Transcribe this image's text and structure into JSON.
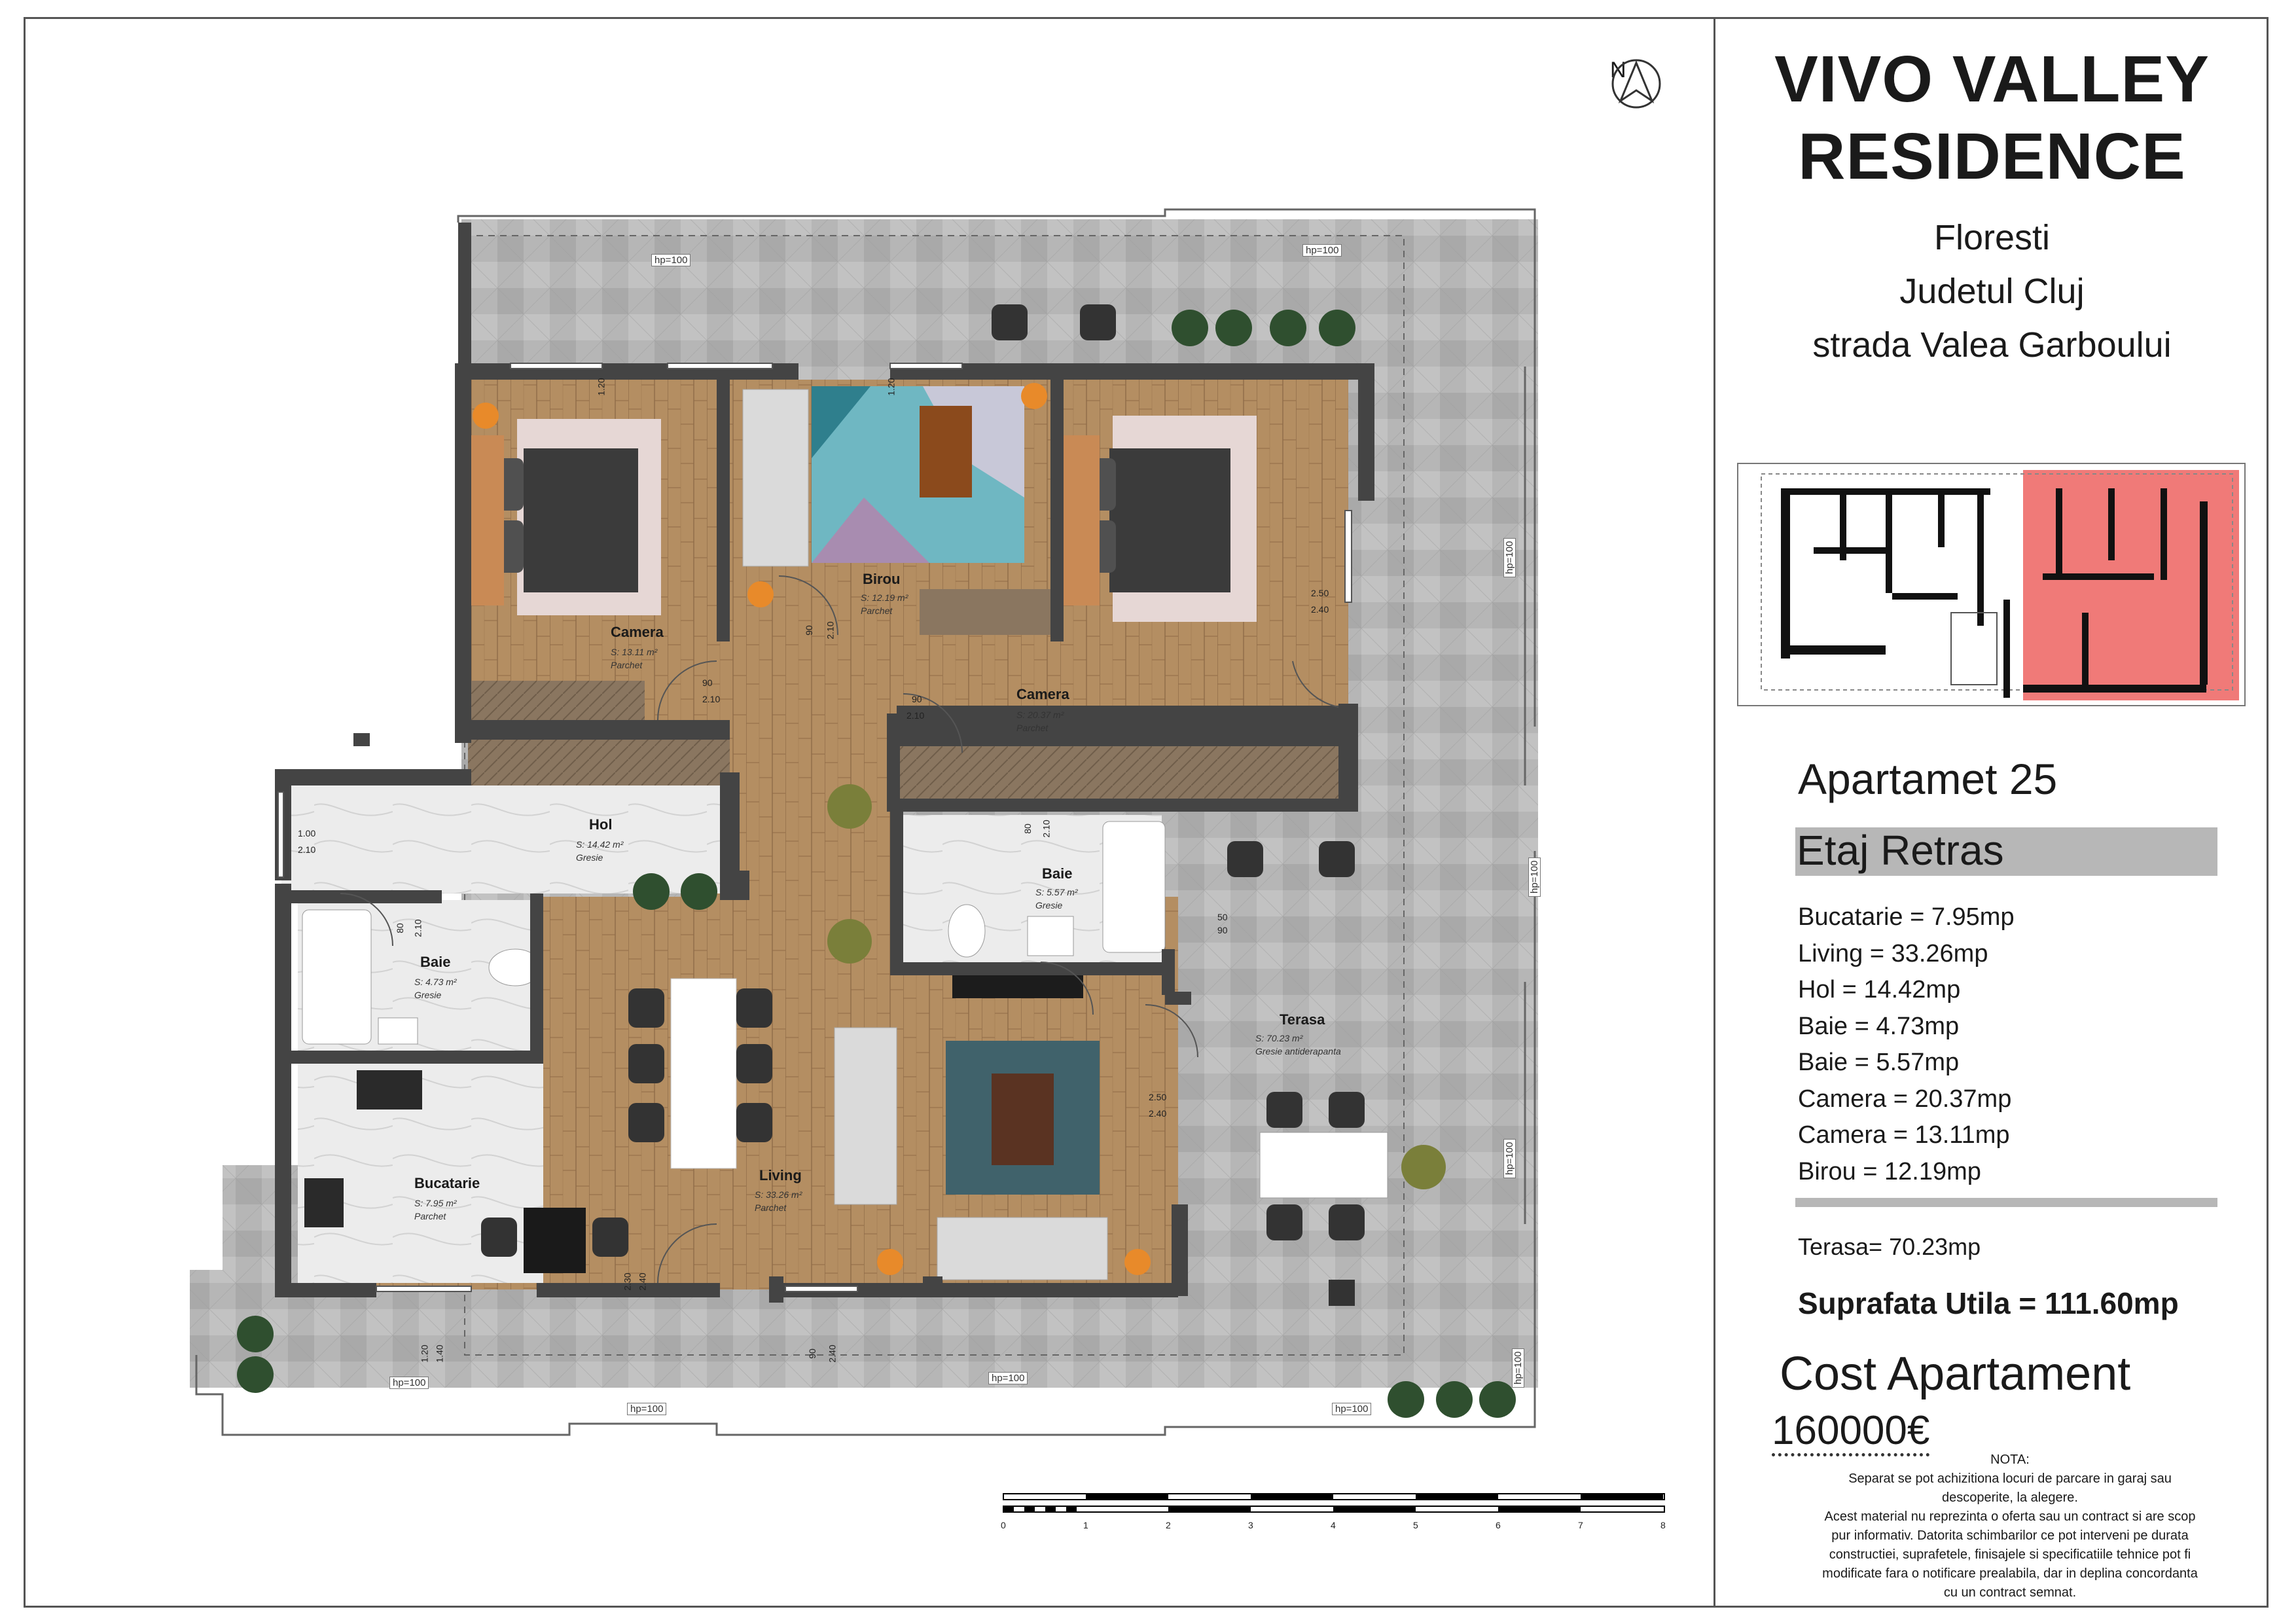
{
  "header": {
    "title_line1": "VIVO VALLEY",
    "title_line2": "RESIDENCE",
    "address_line1": "Floresti",
    "address_line2": "Judetul Cluj",
    "address_line3": "strada Valea Garboului"
  },
  "compass": {
    "label": "N",
    "icon": "north-arrow-icon"
  },
  "apartment": {
    "name": "Apartamet 25",
    "floor": "Etaj Retras",
    "areas": [
      "Bucatarie = 7.95mp",
      "Living = 33.26mp",
      "Hol = 14.42mp",
      "Baie = 4.73mp",
      "Baie = 5.57mp",
      "Camera = 20.37mp",
      "Camera = 13.11mp",
      "Birou = 12.19mp"
    ],
    "terrace": "Terasa= 70.23mp",
    "useful_area": "Suprafata Utila = 111.60mp",
    "cost_label": "Cost Apartament",
    "price": "160000€"
  },
  "note": {
    "title": "NOTA:",
    "line1": "Separat se pot achizitiona locuri de parcare in garaj sau",
    "line2": "descoperite, la alegere.",
    "line3": "Acest material nu reprezinta o oferta sau un contract si are scop",
    "line4": "pur informativ. Datorita schimbarilor ce pot interveni pe durata",
    "line5": "constructiei, suprafetele, finisajele si specificatiile tehnice pot fi",
    "line6": "modificate fara o notificare prealabila, dar in deplina concordanta",
    "line7": "cu un contract semnat."
  },
  "rooms": {
    "camera1": {
      "name": "Camera",
      "area": "S:  13.11 m²",
      "finish": "Parchet"
    },
    "birou": {
      "name": "Birou",
      "area": "S: 12.19 m²",
      "finish": "Parchet"
    },
    "camera2": {
      "name": "Camera",
      "area": "S:  20.37 m²",
      "finish": "Parchet"
    },
    "hol": {
      "name": "Hol",
      "area": "S: 14.42 m²",
      "finish": "Gresie"
    },
    "baie1": {
      "name": "Baie",
      "area": "S: 4.73 m²",
      "finish": "Gresie"
    },
    "baie2": {
      "name": "Baie",
      "area": "S: 5.57 m²",
      "finish": "Gresie"
    },
    "bucatarie": {
      "name": "Bucatarie",
      "area": "S:        7.95 m²",
      "finish": "Parchet"
    },
    "living": {
      "name": "Living",
      "area": "S: 33.26 m²",
      "finish": "Parchet"
    },
    "terasa": {
      "name": "Terasa",
      "area": "S:             70.23 m²",
      "finish": "Gresie antiderapanta"
    }
  },
  "parapet_label": "hp=100",
  "dimensions": {
    "d_90": "90",
    "d_210": "2.10",
    "d_240": "2.40",
    "d_120": "1.20",
    "d_250": "2.50",
    "d_100": "1.00",
    "d_80": "80",
    "d_50": "50",
    "d_230": "2.30",
    "d_140": "1.40"
  },
  "scale_bar": {
    "ticks": [
      "0",
      "1",
      "2",
      "3",
      "4",
      "5",
      "6",
      "7",
      "8"
    ]
  },
  "colors": {
    "highlight": "#f07a78",
    "floor_bar": "#b7b7b7",
    "wood": "#b48e62",
    "tile": "#b9b9b9",
    "wall": "#444444"
  }
}
